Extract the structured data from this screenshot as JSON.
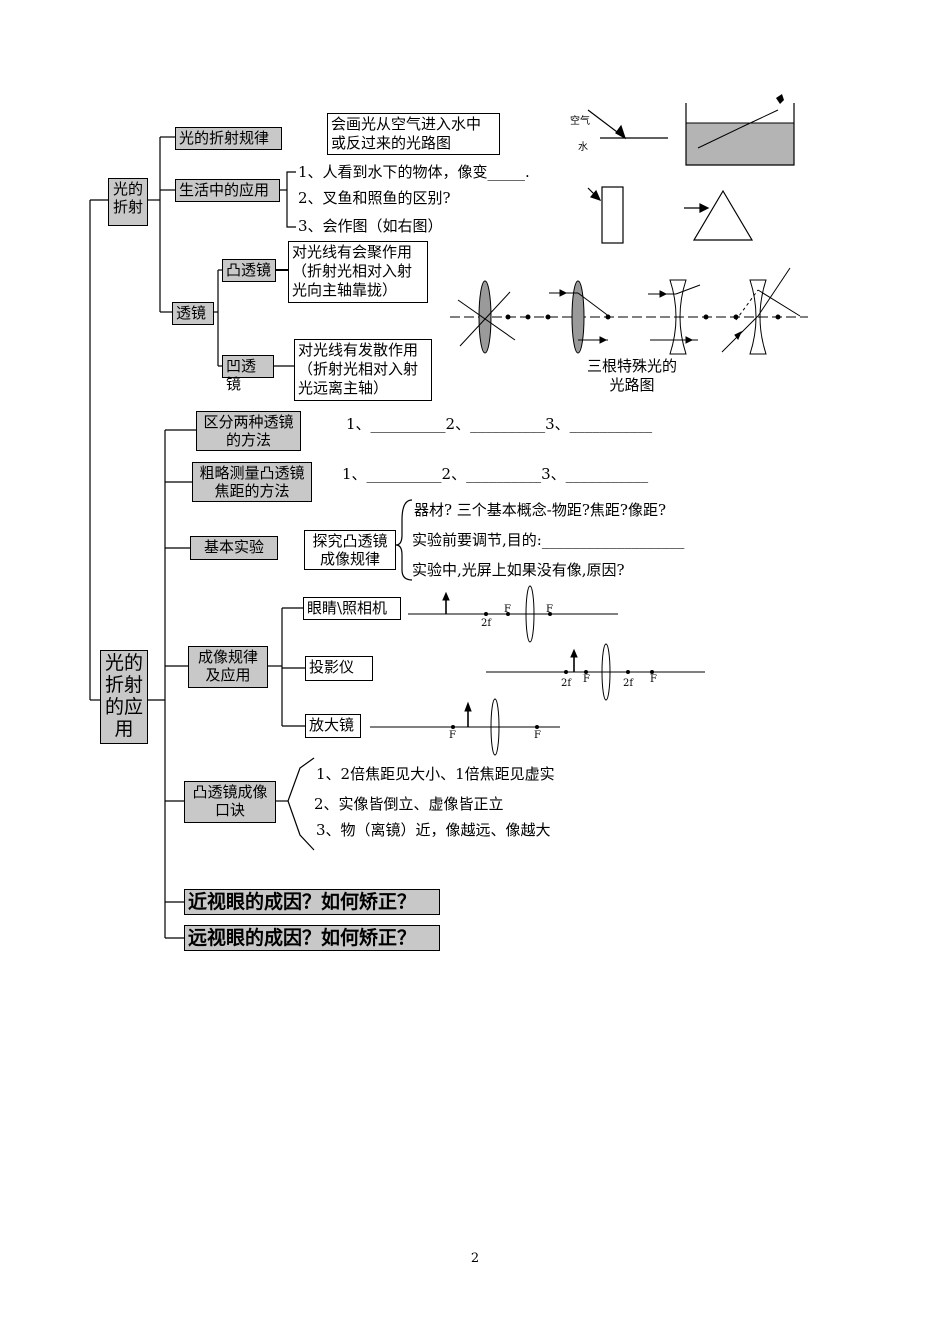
{
  "refraction_section": {
    "root": "光的\n折射",
    "law": "光的折射规律",
    "law_note": "会画光从空气进入水中\n或反过来的光路图",
    "life_app": "生活中的应用",
    "life_items": [
      "1、人看到水下的物体，像变_____.",
      "2、叉鱼和照鱼的区别?",
      "3、会作图（如右图）"
    ],
    "lens": "透镜",
    "convex": "凸透镜",
    "convex_note": "对光线有会聚作用\n（折射光相对入射\n光向主轴靠拢）",
    "concave": "凹透镜",
    "concave_note": "对光线有发散作用\n（折射光相对入射\n光远离主轴）",
    "air_label": "空气",
    "water_label": "水",
    "rays_caption": "三根特殊光的\n光路图"
  },
  "application_section": {
    "root": "光的\n折射\n的应\n用",
    "distinguish": "区分两种透镜\n的方法",
    "distinguish_blanks": "1、__________2、__________3、___________",
    "measure": "粗略测量凸透镜\n焦距的方法",
    "measure_blanks": "1、__________2、__________3、___________",
    "basic_exp": "基本实验",
    "explore": "探究凸透镜\n成像规律",
    "explore_items": [
      "器材?  三个基本概念-物距?焦距?像距?",
      "实验前要调节,目的:___________________",
      "实验中,光屏上如果没有像,原因?"
    ],
    "imaging": "成像规律\n及应用",
    "eye_camera": "眼睛\\照相机",
    "projector": "投影仪",
    "magnifier": "放大镜",
    "label_2f": "2f",
    "label_F": "F",
    "rhyme": "凸透镜成像\n口诀",
    "rhyme_items": [
      "1、2倍焦距见大小、1倍焦距见虚实",
      "2、实像皆倒立、虚像皆正立",
      "3、物（离镜）近，像越远、像越大"
    ],
    "myopia": "近视眼的成因？如何矫正？",
    "hyperopia": "远视眼的成因？如何矫正？"
  },
  "page_number": "2"
}
